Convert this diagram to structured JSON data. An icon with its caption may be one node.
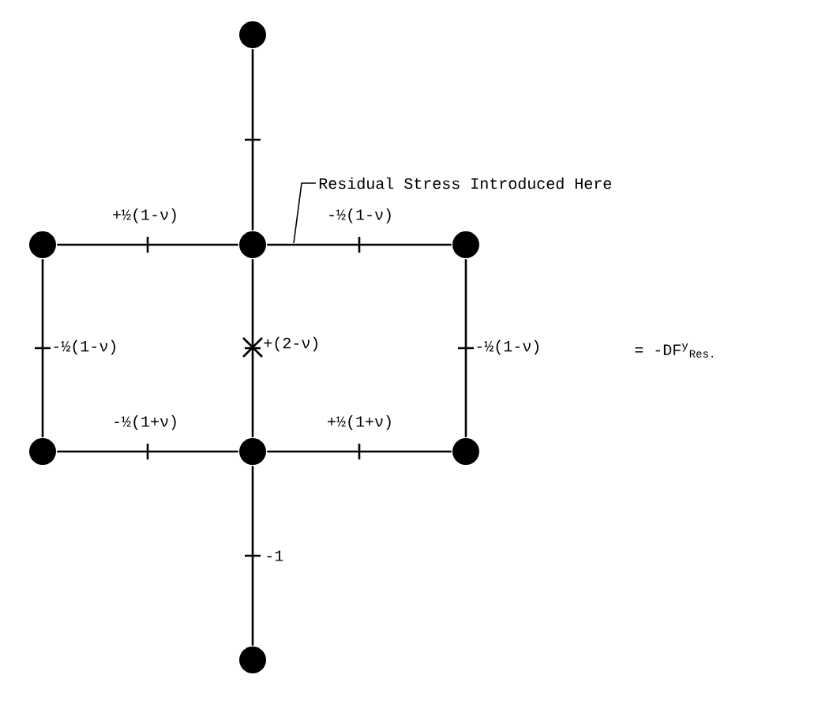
{
  "diagram": {
    "nodes": [
      {
        "text": [],
        "shape": "circle"
      },
      {
        "text": [],
        "shape": "circle"
      },
      {
        "text": [],
        "shape": "circle"
      },
      {
        "text": [],
        "shape": "circle"
      },
      {
        "text": [],
        "shape": "circle"
      },
      {
        "text": [],
        "shape": "circle"
      },
      {
        "text": [],
        "shape": "circle"
      },
      {
        "text": [],
        "shape": "circle"
      },
      {
        "text": [
          "Residual Stress Introduced Here"
        ]
      }
    ],
    "edges": [
      {
        "from": 0,
        "to": 2,
        "arrow": "none"
      },
      {
        "from": 1,
        "to": 2,
        "arrow": "none",
        "label": "+½(1-ν)"
      },
      {
        "from": 2,
        "to": 3,
        "arrow": "none",
        "label": "-½(1-ν)"
      },
      {
        "from": 1,
        "to": 4,
        "arrow": "none",
        "label": "-½(1-ν)"
      },
      {
        "from": 3,
        "to": 6,
        "arrow": "none",
        "label": "-½(1-ν)"
      },
      {
        "from": 2,
        "to": 5,
        "arrow": "none",
        "label": "+(2-ν)"
      },
      {
        "from": 4,
        "to": 5,
        "arrow": "none",
        "label": "-½(1+ν)"
      },
      {
        "from": 5,
        "to": 6,
        "arrow": "none",
        "label": "+½(1+ν)"
      },
      {
        "from": 5,
        "to": 7,
        "arrow": "none",
        "label": "-1"
      },
      {
        "from": 8,
        "to": null,
        "arrow": "none"
      }
    ],
    "labels": [
      "= -DF$^{y}$$_{Res.}$"
    ]
  }
}
